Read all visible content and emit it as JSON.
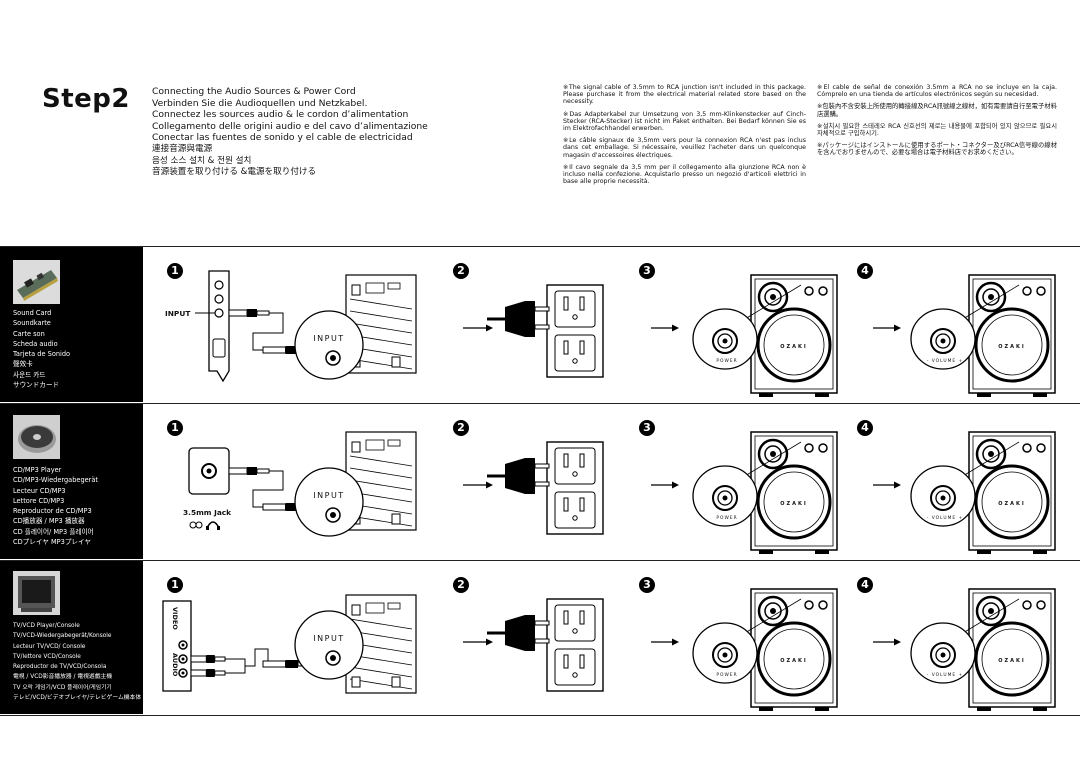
{
  "step": {
    "title": "Step2"
  },
  "headings": [
    "Connecting the Audio Sources & Power Cord",
    "Verbinden Sie die Audioquellen und Netzkabel.",
    "Connectez les sources audio & le cordon d’alimentation",
    "Collegamento delle origini audio e del cavo d’alimentazione",
    "Conectar las fuentes de sonido y el cable de electricidad",
    "連接音源與電源",
    "음성 소스 설치 & 전원 설치",
    "音源装置を取り付ける &電源を取り付ける"
  ],
  "notes_left": [
    "※The signal cable of 3.5mm to RCA junction isn't included in this package. Please purchase it from the electrical material related store based on the necessity.",
    "※Das Adapterkabel zur Umsetzung von 3,5 mm-Klinkenstecker auf Cinch-Stecker (RCA-Stecker) ist nicht im Paket enthalten. Bei Bedarf können Sie es im Elektrofachhandel erwerben.",
    "※Le câble signaux de 3,5mm vers pour la connexion RCA n'est pas inclus dans cet emballage. Si nécessaire, veuillez l'acheter dans un quelconque magasin d'accessoires électriques.",
    "※Il cavo segnale da 3,5 mm per il collegamento alla giunzione RCA non è incluso nella confezione. Acquistarlo presso un negozio d'articoli elettrici in base alle proprie necessità."
  ],
  "notes_right": [
    "※El cable de señal de conexión 3.5mm a RCA no se incluye en la caja. Cómprelo en una tienda de artículos electrónicos según su necesidad.",
    "※包裝內不含安裝上所使用的轉接線及RCA訊號線之線材，如有需要請自行至電子材料店選購。",
    "※설치시 필요한 스테레오 RCA 신호선의 제로는 내용물에 포함되어 있지 않으므로 필요시 자체적으로 구입하시기.",
    "※パッケージにはインストールに使用するポート・コネクター及びRCA信号線の線材を含んでおりませんので、必要な場合は電子材料店でお求めください。"
  ],
  "sections": [
    {
      "labels": [
        "Sound Card",
        "Soundkarte",
        "Carte son",
        "Scheda audio",
        "Tarjeta de Sonido",
        "聲效卡",
        "사운드 카드",
        "サウンドカード"
      ],
      "device_label": "INPUT",
      "input_label": "INPUT"
    },
    {
      "labels": [
        "CD/MP3 Player",
        "CD/MP3-Wiedergabegerät",
        "Lecteur CD/MP3",
        "Lettore CD/MP3",
        "Reproductor de CD/MP3",
        "CD播放器 / MP3 播放器",
        "CD 플레이어/ MP3 플레이어",
        "CDプレイヤ MP3プレイヤ"
      ],
      "device_label": "3.5mm Jack",
      "input_label": "INPUT"
    },
    {
      "labels": [
        "TV/VCD Player/Console",
        "TV/VCD-Wiedergabegerät/Konsole",
        "Lecteur TV/VCD/ Console",
        "TV/lettore VCD/Console",
        "Reproductor de TV/VCD/Consola",
        "電視 / VCD影音播放器 / 電視遊戲主機",
        "TV 오락 게임기/VCD 플레이어/게임기기",
        "テレビ/VCD/ビデオプレイヤ/テレビゲーム機本体"
      ],
      "device_label": "VIDEO",
      "device_label2": "AUDIO",
      "input_label": "INPUT"
    }
  ],
  "step_numbers": [
    "1",
    "2",
    "3",
    "4"
  ],
  "speaker": {
    "power_label": "POWER",
    "volume_label": "VOLUME",
    "brand": "OZAKI",
    "power_small": "POWER",
    "volume_small": "VOLUME"
  }
}
